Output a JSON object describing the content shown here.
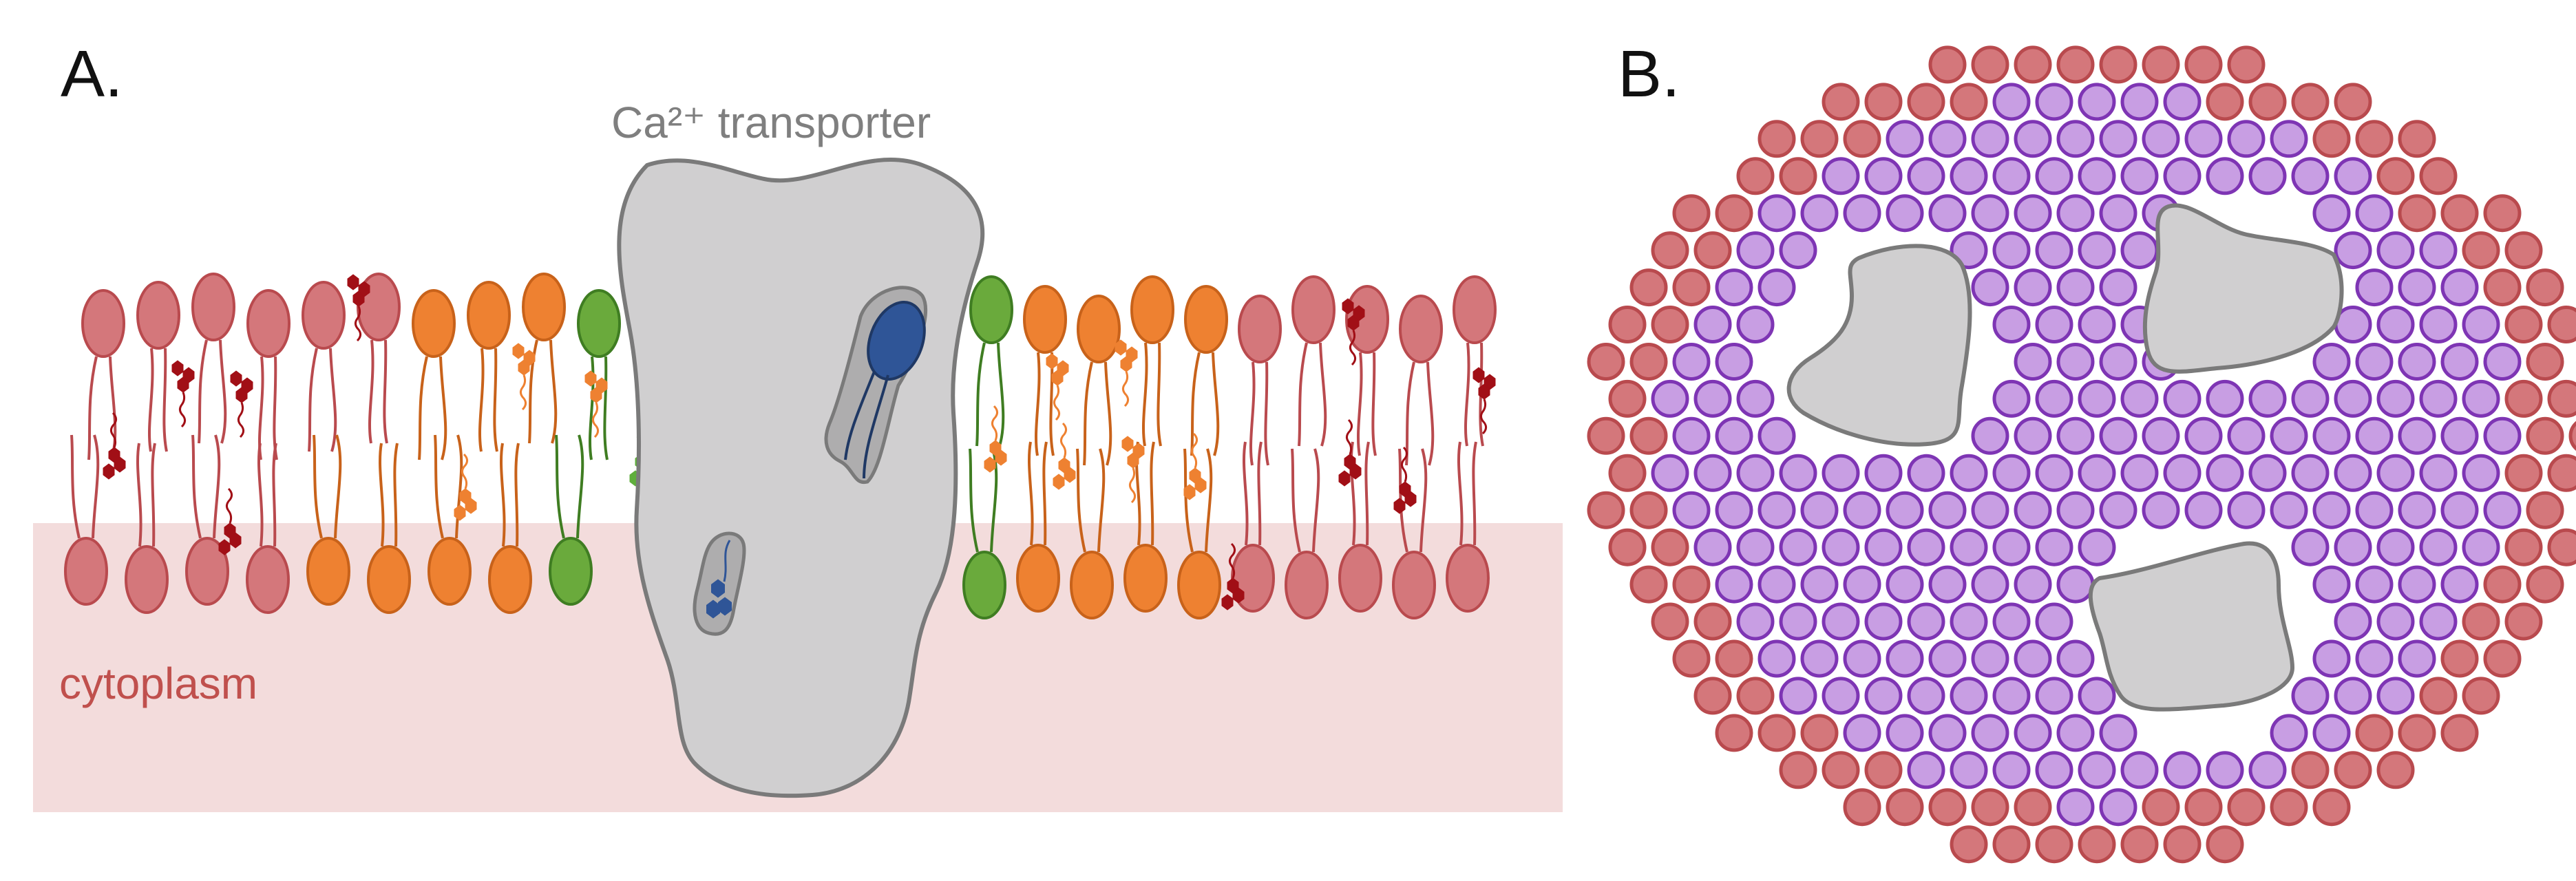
{
  "panel_a": {
    "label": "A.",
    "transporter_label": "Ca²⁺ transporter",
    "cytoplasm_label": "cytoplasm",
    "bilayer": {
      "left_top": [
        "red",
        "red",
        "red",
        "red",
        "red",
        "red",
        "orange",
        "orange",
        "orange",
        "green"
      ],
      "left_bottom": [
        "red",
        "red",
        "red",
        "red",
        "orange",
        "orange",
        "orange",
        "orange",
        "green"
      ],
      "right_top": [
        "green",
        "orange",
        "orange",
        "orange",
        "orange",
        "red",
        "red",
        "red",
        "red",
        "red"
      ],
      "right_bottom": [
        "green",
        "orange",
        "orange",
        "orange",
        "orange",
        "red",
        "red",
        "red",
        "red",
        "red"
      ]
    }
  },
  "panel_b": {
    "label": "B.",
    "legend": []
  },
  "colors": {
    "red_lipid": "#d4777b",
    "red_lipid_stroke": "#b94a4e",
    "orange_lipid": "#ee8131",
    "orange_lipid_stroke": "#c8621a",
    "green_lipid": "#6aaa3c",
    "green_lipid_stroke": "#3f7d22",
    "cholesterol_dark": "#a10f16",
    "cholesterol_orange": "#ee8131",
    "cholesterol_green": "#5fae3c",
    "protein_fill": "#d0cfd0",
    "protein_stroke": "#7a7a7a",
    "binding_blue": "#2f5597",
    "cytoplasm_fill": "#f3dcdc",
    "cytoplasm_text": "#c0504d",
    "transporter_text": "#7f7f7f",
    "purple_fill": "#c89ee3",
    "purple_stroke": "#7e35b4"
  }
}
